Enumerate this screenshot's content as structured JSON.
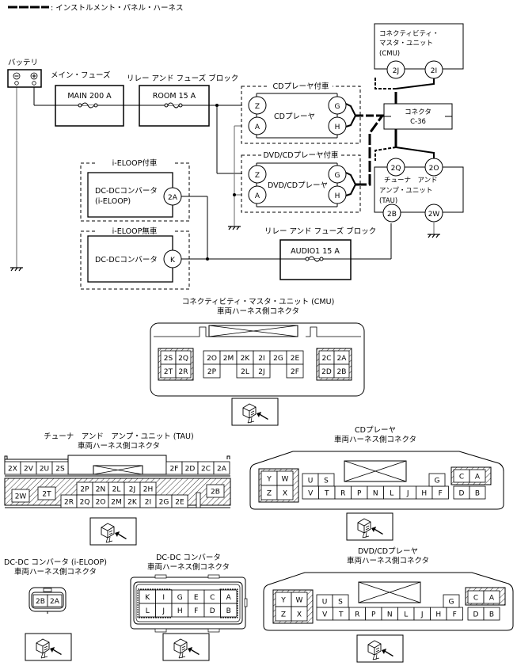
{
  "legend": {
    "label": ": インストルメント・パネル・ハーネス"
  },
  "schematic": {
    "battery": {
      "label": "バッテリ",
      "neg": "⊖",
      "pos": "⊕"
    },
    "main_fuse": {
      "caption": "メイン・フューズ",
      "name": "MAIN 200 A"
    },
    "relay_fuse_block_top": {
      "caption": "リレー アンド フューズ ブロック",
      "name": "ROOM 15 A"
    },
    "cd_player_group": {
      "caption": "CDプレーヤ付車",
      "unit": "CDプレーヤ",
      "pins": [
        "Z",
        "A",
        "G",
        "H"
      ]
    },
    "dvd_player_group": {
      "caption": "DVD/CDプレーヤ付車",
      "unit": "DVD/CDプレーヤ",
      "pins": [
        "Z",
        "A",
        "G",
        "H"
      ]
    },
    "cmu": {
      "line1": "コネクティビティ・",
      "line2": "マスタ・ユニット",
      "line3": "(CMU)",
      "pins": [
        "2J",
        "2I"
      ]
    },
    "connector_c36": {
      "line1": "コネクタ",
      "line2": "C-36"
    },
    "tau": {
      "line1": "チューナ　アンド",
      "line2": "アンプ・ユニット",
      "line3": "(TAU)",
      "pins": [
        "2Q",
        "2O",
        "2B",
        "2W"
      ]
    },
    "ieloop_with": {
      "caption": "i-ELOOP付車",
      "line1": "DC-DCコンバータ",
      "line2": "(i-ELOOP)",
      "pin": "2A"
    },
    "ieloop_without": {
      "caption": "i-ELOOP無車",
      "line1": "DC-DCコンバータ",
      "pin": "K"
    },
    "relay_fuse_block_bottom": {
      "caption": "リレー アンド フューズ ブロック",
      "name": "AUDIO1 15 A"
    }
  },
  "connectors": {
    "cmu": {
      "title1": "コネクティビティ・マスタ・ユニット (CMU)",
      "title2": "車両ハーネス側コネクタ",
      "left_block": [
        [
          "2S",
          "2Q"
        ],
        [
          "2T",
          "2R"
        ]
      ],
      "mid_top": [
        "2O",
        "2M",
        "2K",
        "2I",
        "2G",
        "2E"
      ],
      "mid_bottom": [
        "2P",
        "",
        "2L",
        "2J",
        "",
        "2F"
      ],
      "right_block": [
        [
          "2C",
          "2A"
        ],
        [
          "2D",
          "2B"
        ]
      ]
    },
    "tau": {
      "title1": "チューナ　アンド　アンプ・ユニット (TAU)",
      "title2": "車両ハーネス側コネクタ",
      "top_left": [
        "2X",
        "2V",
        "2U",
        "2S"
      ],
      "top_right": [
        "2F",
        "2D",
        "2C",
        "2A"
      ],
      "row2": [
        "2P",
        "2N",
        "2L",
        "2J",
        "2H"
      ],
      "row3": [
        "2R",
        "2Q",
        "2O",
        "2M",
        "2K",
        "2I",
        "2G",
        "2E"
      ],
      "side": [
        "2W",
        "2T",
        "2B"
      ]
    },
    "cd_player": {
      "title1": "CDプレーヤ",
      "title2": "車両ハーネス側コネクタ",
      "left_block": [
        [
          "Y",
          "W"
        ],
        [
          "Z",
          "X"
        ]
      ],
      "top": [
        "U",
        "S"
      ],
      "top_g": "G",
      "bottom": [
        "V",
        "T",
        "R",
        "P",
        "N",
        "L",
        "J",
        "H",
        "F"
      ],
      "right_block_top": [
        "C",
        "A"
      ],
      "right_block_bottom": [
        "D",
        "B"
      ]
    },
    "dcdc_ieloop": {
      "title1": "DC-DC コンバータ (i-ELOOP)",
      "title2": "車両ハーネス側コネクタ",
      "pins": [
        "2B",
        "2A"
      ]
    },
    "dcdc": {
      "title1": "DC-DC コンバータ",
      "title2": "車両ハーネス側コネクタ",
      "top": [
        "K",
        "I",
        "G",
        "E",
        "C",
        "A"
      ],
      "bottom": [
        "L",
        "J",
        "H",
        "F",
        "D",
        "B"
      ]
    },
    "dvd_player": {
      "title1": "DVD/CDプレーヤ",
      "title2": "車両ハーネス側コネクタ",
      "left_block": [
        [
          "Y",
          "W"
        ],
        [
          "Z",
          "X"
        ]
      ],
      "top": [
        "U",
        "S"
      ],
      "top_g": "G",
      "bottom": [
        "V",
        "T",
        "R",
        "P",
        "N",
        "L",
        "J",
        "H",
        "F"
      ],
      "right_block_top": [
        "C",
        "A"
      ],
      "right_block_bottom": [
        "D",
        "B"
      ]
    }
  }
}
